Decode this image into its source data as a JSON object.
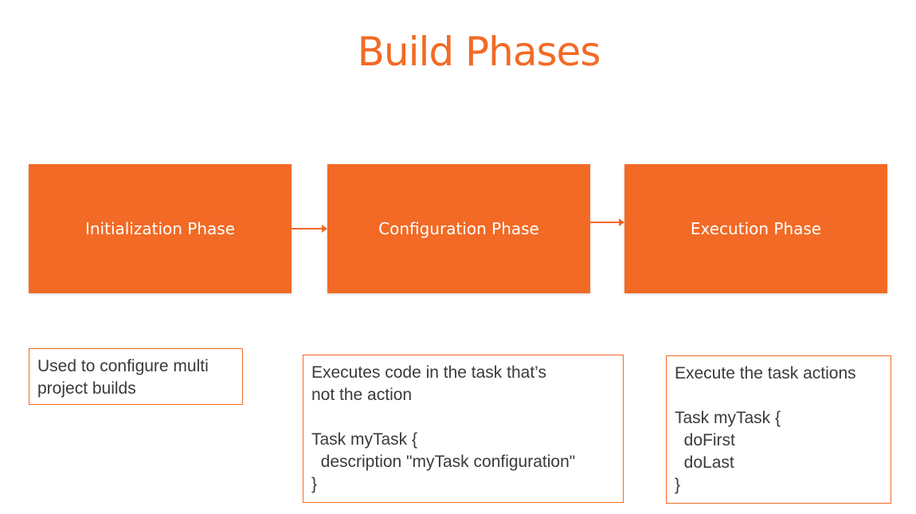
{
  "title": "Build Phases",
  "phases": [
    {
      "label": "Initialization Phase"
    },
    {
      "label": "Configuration Phase"
    },
    {
      "label": "Execution Phase"
    }
  ],
  "notes": [
    {
      "text": "Used to configure multi\nproject builds"
    },
    {
      "text": "Executes code in the task that’s\nnot the action\n\nTask myTask {\n  description \"myTask configuration\"\n}"
    },
    {
      "text": "Execute the task actions\n\nTask myTask {\n  doFirst\n  doLast\n}"
    }
  ],
  "colors": {
    "accent": "#f26a25",
    "box_text": "#ffffff",
    "note_text": "#3a3a3a",
    "background": "#ffffff"
  }
}
